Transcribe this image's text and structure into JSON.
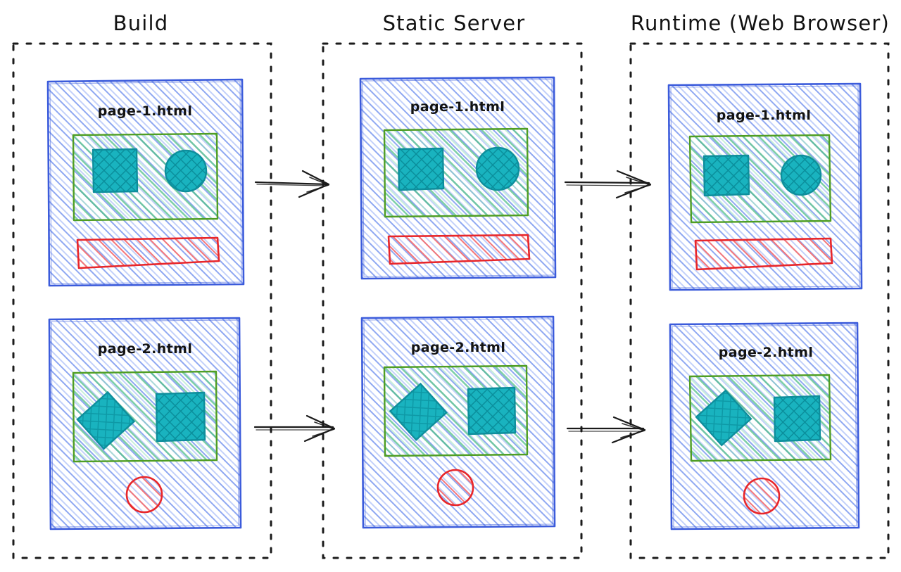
{
  "diagram": {
    "title_row": {
      "columns": [
        {
          "id": "build",
          "label": "Build"
        },
        {
          "id": "static-server",
          "label": "Static Server"
        },
        {
          "id": "runtime",
          "label": "Runtime (Web Browser)"
        }
      ]
    },
    "style": {
      "background": "#ffffff",
      "container_border": "#1b1b1b",
      "page_box_stroke": "#3b5bdb",
      "page_box_fill": "#6b8cf0",
      "content_box_stroke": "#4f9e23",
      "content_box_fill": "#35b06a",
      "shape_stroke": "#0e8e9c",
      "shape_fill": "#14b8c4",
      "accent_bar_stroke": "#e8262a",
      "accent_bar_fill": "#f2575a",
      "arrow_color": "#1a1a1a",
      "label_color": "#131313"
    },
    "columns": [
      {
        "id": "build",
        "title": "Build",
        "pages": [
          {
            "id": "build-page-1",
            "label": "page-1.html",
            "shapes": [
              {
                "name": "content-box",
                "kind": "rect"
              },
              {
                "name": "square-shape",
                "kind": "square"
              },
              {
                "name": "circle-shape",
                "kind": "circle"
              },
              {
                "name": "accent-bar",
                "kind": "bar"
              }
            ]
          },
          {
            "id": "build-page-2",
            "label": "page-2.html",
            "shapes": [
              {
                "name": "content-box",
                "kind": "rect"
              },
              {
                "name": "diamond-shape",
                "kind": "diamond"
              },
              {
                "name": "square-shape",
                "kind": "square"
              },
              {
                "name": "accent-circle",
                "kind": "circle"
              }
            ]
          }
        ]
      },
      {
        "id": "static-server",
        "title": "Static Server",
        "pages": [
          {
            "id": "server-page-1",
            "label": "page-1.html",
            "shapes": [
              {
                "name": "content-box",
                "kind": "rect"
              },
              {
                "name": "square-shape",
                "kind": "square"
              },
              {
                "name": "circle-shape",
                "kind": "circle"
              },
              {
                "name": "accent-bar",
                "kind": "bar"
              }
            ]
          },
          {
            "id": "server-page-2",
            "label": "page-2.html",
            "shapes": [
              {
                "name": "content-box",
                "kind": "rect"
              },
              {
                "name": "diamond-shape",
                "kind": "diamond"
              },
              {
                "name": "square-shape",
                "kind": "square"
              },
              {
                "name": "accent-circle",
                "kind": "circle"
              }
            ]
          }
        ]
      },
      {
        "id": "runtime",
        "title": "Runtime (Web Browser)",
        "pages": [
          {
            "id": "runtime-page-1",
            "label": "page-1.html",
            "shapes": [
              {
                "name": "content-box",
                "kind": "rect"
              },
              {
                "name": "square-shape",
                "kind": "square"
              },
              {
                "name": "circle-shape",
                "kind": "circle"
              },
              {
                "name": "accent-bar",
                "kind": "bar"
              }
            ]
          },
          {
            "id": "runtime-page-2",
            "label": "page-2.html",
            "shapes": [
              {
                "name": "content-box",
                "kind": "rect"
              },
              {
                "name": "diamond-shape",
                "kind": "diamond"
              },
              {
                "name": "square-shape",
                "kind": "square"
              },
              {
                "name": "accent-circle",
                "kind": "circle"
              }
            ]
          }
        ]
      }
    ],
    "arrows": [
      {
        "id": "arrow-build-to-server-row1",
        "from": "build-page-1",
        "to": "server-page-1",
        "label": ""
      },
      {
        "id": "arrow-build-to-server-row2",
        "from": "build-page-2",
        "to": "server-page-2",
        "label": ""
      },
      {
        "id": "arrow-server-to-runtime-row1",
        "from": "server-page-1",
        "to": "runtime-page-1",
        "label": ""
      },
      {
        "id": "arrow-server-to-runtime-row2",
        "from": "server-page-2",
        "to": "runtime-page-2",
        "label": ""
      }
    ]
  }
}
